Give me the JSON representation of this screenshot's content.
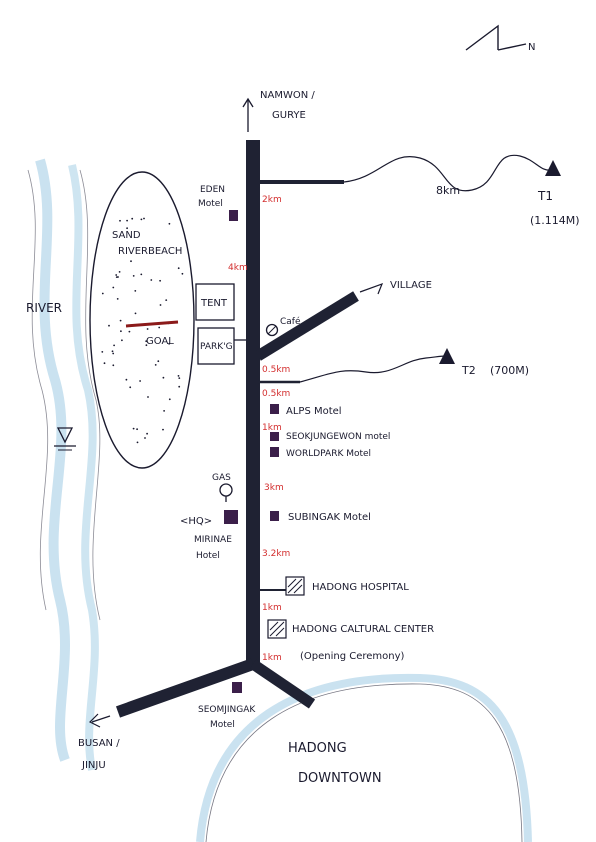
{
  "colors": {
    "ink": "#1a1a2e",
    "road": "#1f2233",
    "distance": "#d32f2f",
    "water": "#9ecbe3",
    "motel": "#3b1f4a",
    "goal_line": "#8b1a1a"
  },
  "compass": {
    "label": "N"
  },
  "directions": {
    "north_line1": "NAMWON /",
    "north_line2": "GURYE",
    "southwest_line1": "BUSAN /",
    "southwest_line2": "JINJU",
    "village": "VILLAGE"
  },
  "terrain": {
    "river": "RIVER",
    "beach_line1": "SAND",
    "beach_line2": "RIVERBEACH",
    "goal": "GOAL",
    "tent": "TENT",
    "parking": "PARK'G",
    "downtown_line1": "HADONG",
    "downtown_line2": "DOWNTOWN"
  },
  "peaks": {
    "t1_name": "T1",
    "t1_elev": "(1.114M)",
    "t1_dist": "8km",
    "t2_name": "T2",
    "t2_elev": "(700M)"
  },
  "distances": [
    "2km",
    "4km",
    "0.5km",
    "0.5km",
    "1km",
    "3km",
    "3.2km",
    "1km",
    "1km"
  ],
  "places": {
    "eden_line1": "EDEN",
    "eden_line2": "Motel",
    "cafe": "Café",
    "alps": "ALPS Motel",
    "seokjungewon": "SEOKJUNGEWON motel",
    "worldpark": "WORLDPARK Motel",
    "gas": "GAS",
    "hq": "<HQ>",
    "mirinae_line1": "MIRINAE",
    "mirinae_line2": "Hotel",
    "subingak": "SUBINGAK Motel",
    "hospital": "HADONG HOSPITAL",
    "cultural": "HADONG CALTURAL CENTER",
    "opening": "(Opening Ceremony)",
    "seomjingak_line1": "SEOMJINGAK",
    "seomjingak_line2": "Motel"
  }
}
